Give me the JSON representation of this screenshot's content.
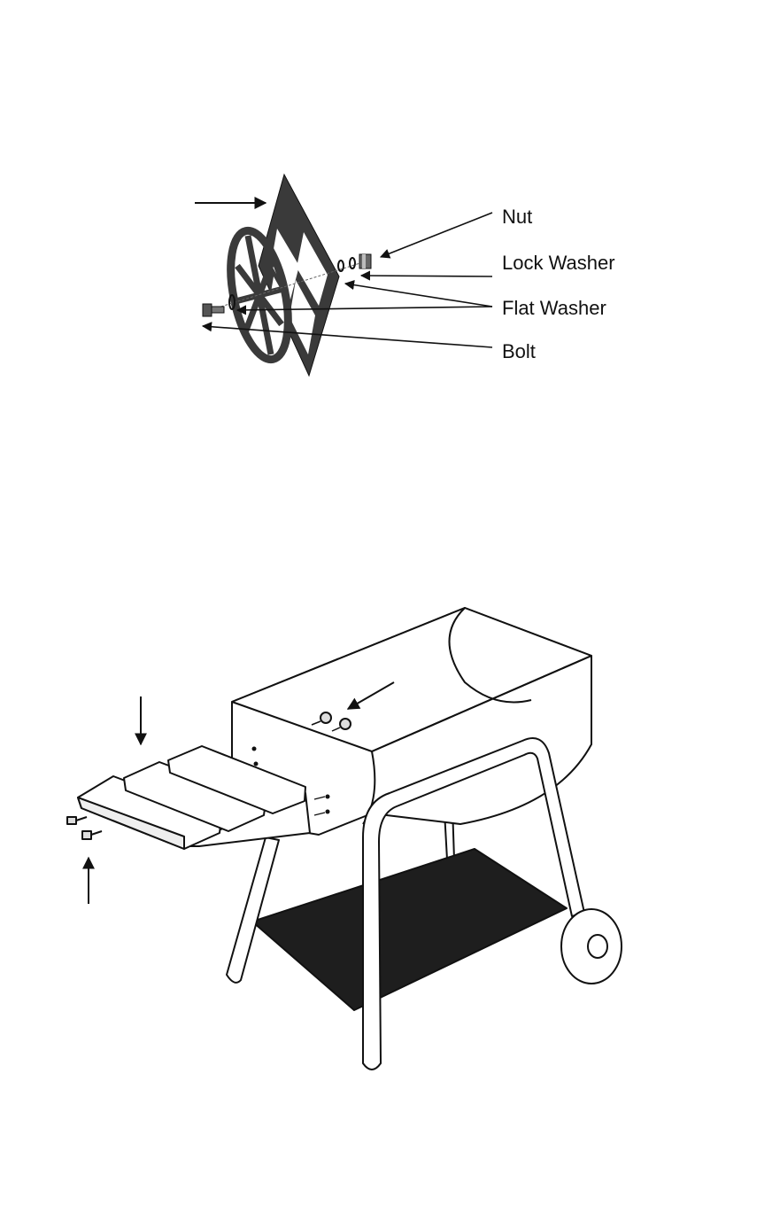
{
  "wheel_diagram": {
    "labels": {
      "nut": "Nut",
      "lock_washer": "Lock Washer",
      "flat_washer": "Flat Washer",
      "bolt": "Bolt"
    }
  },
  "colors": {
    "line": "#111111",
    "fill_dark": "#3a3a3a",
    "fill_shelf_bottom": "#1e1e1e"
  }
}
